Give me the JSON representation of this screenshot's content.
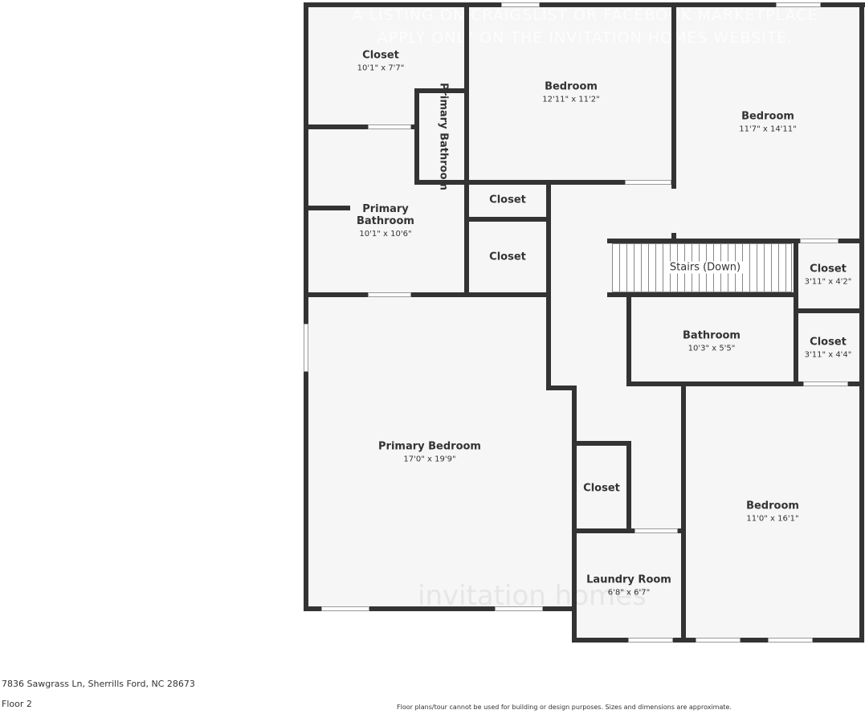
{
  "watermark": {
    "line1": "A LISTING ON CRAIGSLIST OR FACEBOOK MARKETPLACE",
    "line2": "APPLY ONLY ON THE INVITATION HOMES WEBSITE.",
    "brand": "invitation homes"
  },
  "rooms": [
    {
      "name": "Closet",
      "dims": "10'1\" x 7'7\""
    },
    {
      "name": "Primary Bathroom",
      "dims": ""
    },
    {
      "name": "Bedroom",
      "dims": "12'11\" x 11'2\""
    },
    {
      "name": "Bedroom",
      "dims": "11'7\" x 14'11\""
    },
    {
      "name": "Primary Bathroom",
      "dims": "10'1\" x 10'6\""
    },
    {
      "name": "Closet",
      "dims": ""
    },
    {
      "name": "Closet",
      "dims": ""
    },
    {
      "name": "Stairs (Down)",
      "dims": ""
    },
    {
      "name": "Closet",
      "dims": "3'11\" x 4'2\""
    },
    {
      "name": "Bathroom",
      "dims": "10'3\" x 5'5\""
    },
    {
      "name": "Closet",
      "dims": "3'11\" x 4'4\""
    },
    {
      "name": "Primary Bedroom",
      "dims": "17'0\" x 19'9\""
    },
    {
      "name": "Closet",
      "dims": ""
    },
    {
      "name": "Bedroom",
      "dims": "11'0\" x 16'1\""
    },
    {
      "name": "Laundry Room",
      "dims": "6'8\" x 6'7\""
    }
  ],
  "footer": {
    "address": "7836 Sawgrass Ln, Sherrills Ford, NC 28673",
    "floor": "Floor 2",
    "disclaimer": "Floor plans/tour cannot be used for building or design purposes. Sizes and dimensions are approximate."
  }
}
